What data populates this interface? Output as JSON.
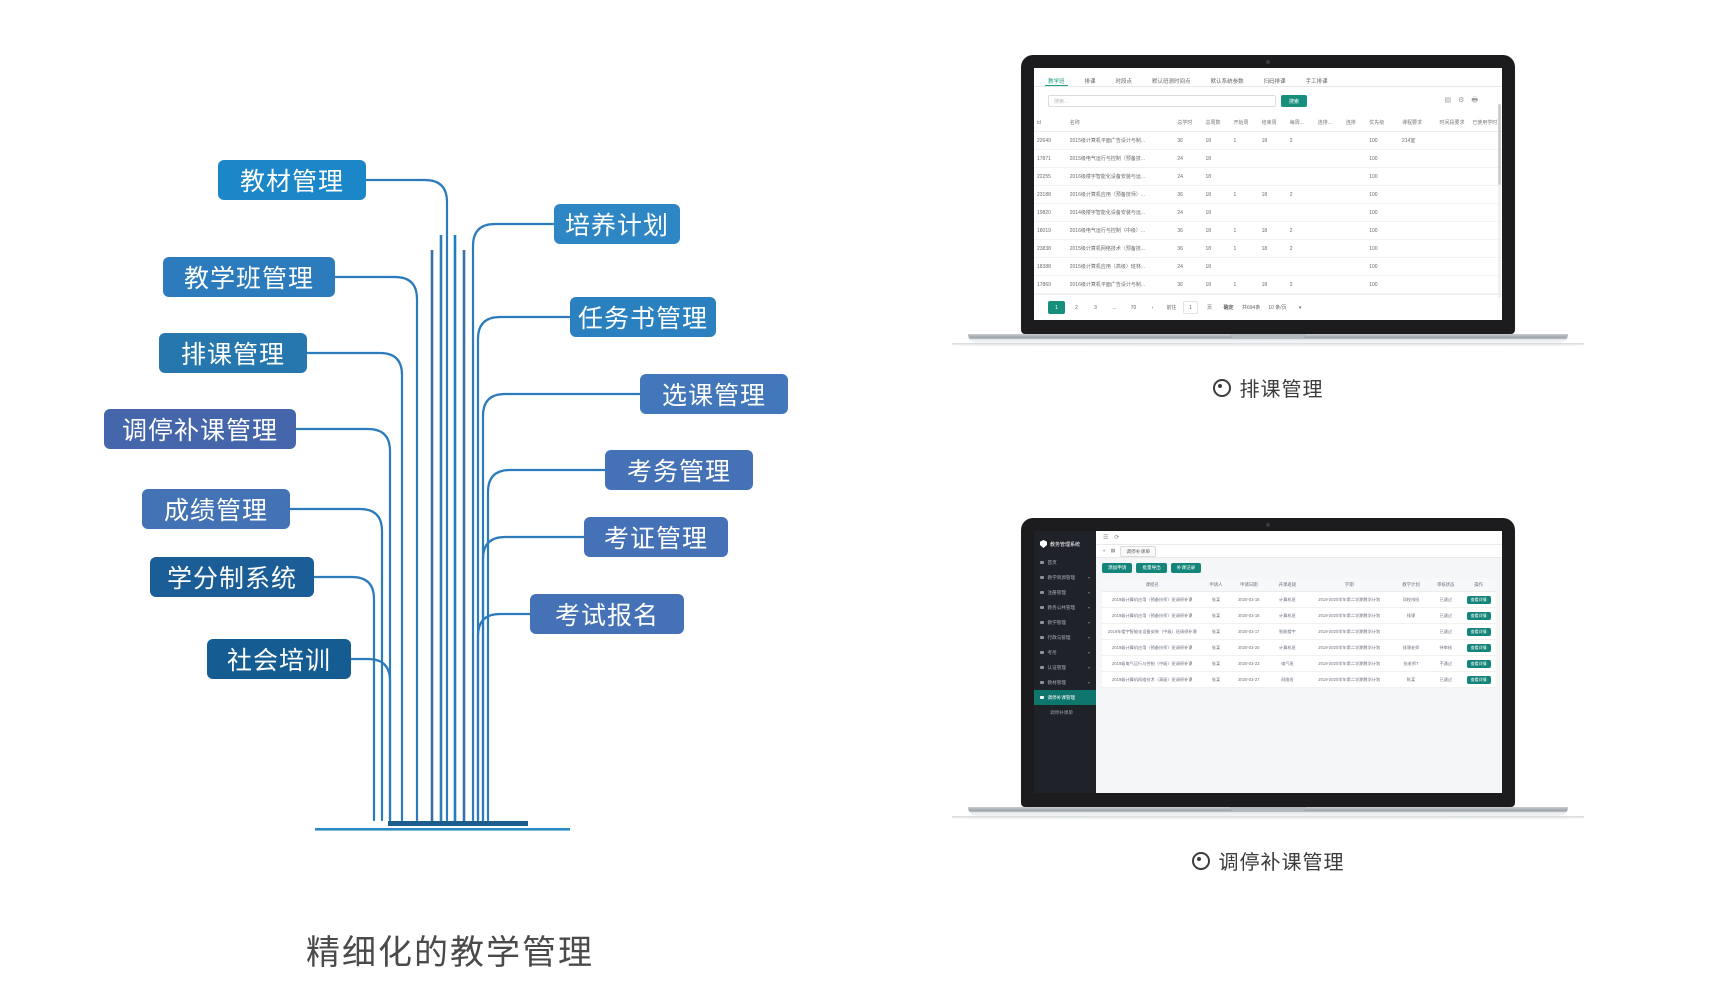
{
  "diagram": {
    "title": "精细化的教学管理",
    "left_nodes": [
      {
        "label": "教材管理",
        "color": "#1b86c8"
      },
      {
        "label": "教学班管理",
        "color": "#2b7bbd"
      },
      {
        "label": "排课管理",
        "color": "#2677ae"
      },
      {
        "label": "调停补课管理",
        "color": "#4566ab"
      },
      {
        "label": "成绩管理",
        "color": "#4373b5"
      },
      {
        "label": "学分制系统",
        "color": "#1b5d96"
      },
      {
        "label": "社会培训",
        "color": "#145c91"
      }
    ],
    "right_nodes": [
      {
        "label": "培养计划",
        "color": "#2e86c4"
      },
      {
        "label": "任务书管理",
        "color": "#2b81c0"
      },
      {
        "label": "选课管理",
        "color": "#4377bb"
      },
      {
        "label": "考务管理",
        "color": "#4572b6"
      },
      {
        "label": "考证管理",
        "color": "#4572b6"
      },
      {
        "label": "考试报名",
        "color": "#4572b6"
      }
    ],
    "branch_color": "#2b7bbd",
    "trunk_colors": [
      "#2a5578",
      "#3c6ea5",
      "#2d7fb8",
      "#1f7fc0",
      "#3a6fae",
      "#4b6fb0",
      "#2f6ea8"
    ]
  },
  "laptop_top": {
    "caption": "排课管理",
    "app": {
      "tabs": [
        "教学班",
        "排课",
        "时段点",
        "默认班测时间点",
        "默认系统参数",
        "扫码排课",
        "手工排课"
      ],
      "active_tab": "教学班",
      "search_placeholder": "搜索...",
      "search_button": "搜索",
      "toolbar_icons": [
        "columns-icon",
        "gear-icon",
        "print-icon"
      ],
      "columns": [
        "id",
        "名称",
        "总学时",
        "总周数",
        "开始周",
        "结束周",
        "每周...",
        "连排...",
        "连排",
        "优先级",
        "课程要求",
        "时间段要求",
        "已使用学时"
      ],
      "rows": [
        {
          "id": "22649",
          "name": "2015级计算机平面广告设计与制...",
          "hours": "36",
          "weeks": "18",
          "start": "1",
          "end": "18",
          "per": "2",
          "c1": "",
          "c2": "",
          "prio": "100",
          "req": "214室",
          "time": "",
          "used": ""
        },
        {
          "id": "17871",
          "name": "2015级电气运行与控制（预备技...",
          "hours": "24",
          "weeks": "18",
          "start": "",
          "end": "",
          "per": "",
          "c1": "",
          "c2": "",
          "prio": "100",
          "req": "",
          "time": "",
          "used": ""
        },
        {
          "id": "22255",
          "name": "2016级楼宇智能化设备安装与运...",
          "hours": "24",
          "weeks": "18",
          "start": "",
          "end": "",
          "per": "",
          "c1": "",
          "c2": "",
          "prio": "100",
          "req": "",
          "time": "",
          "used": ""
        },
        {
          "id": "23188",
          "name": "2016级计算机应用（预备技师）...",
          "hours": "36",
          "weeks": "18",
          "start": "1",
          "end": "18",
          "per": "2",
          "c1": "",
          "c2": "",
          "prio": "100",
          "req": "",
          "time": "",
          "used": ""
        },
        {
          "id": "19820",
          "name": "2014级楼宇智能化设备安装与运...",
          "hours": "24",
          "weeks": "18",
          "start": "",
          "end": "",
          "per": "",
          "c1": "",
          "c2": "",
          "prio": "100",
          "req": "",
          "time": "",
          "used": ""
        },
        {
          "id": "18019",
          "name": "2016级电气运行与控制（中级）...",
          "hours": "36",
          "weeks": "18",
          "start": "1",
          "end": "18",
          "per": "2",
          "c1": "",
          "c2": "",
          "prio": "100",
          "req": "",
          "time": "",
          "used": ""
        },
        {
          "id": "23838",
          "name": "2015级计算机网络技术（预备技...",
          "hours": "36",
          "weeks": "18",
          "start": "1",
          "end": "18",
          "per": "2",
          "c1": "",
          "c2": "",
          "prio": "100",
          "req": "",
          "time": "",
          "used": ""
        },
        {
          "id": "18388",
          "name": "2015级计算机应用（高级）班林...",
          "hours": "24",
          "weeks": "18",
          "start": "",
          "end": "",
          "per": "",
          "c1": "",
          "c2": "",
          "prio": "100",
          "req": "",
          "time": "",
          "used": ""
        },
        {
          "id": "17869",
          "name": "2016级计算机平面广告设计与制...",
          "hours": "36",
          "weeks": "18",
          "start": "1",
          "end": "18",
          "per": "2",
          "c1": "",
          "c2": "",
          "prio": "100",
          "req": "",
          "time": "",
          "used": ""
        }
      ],
      "pager": {
        "pages": [
          "1",
          "2",
          "3",
          "...",
          "70"
        ],
        "current": "1",
        "next_icon": "chevron-right-icon",
        "goto_label": "前往",
        "goto_value": "1",
        "goto_unit": "页",
        "confirm": "确定",
        "total": "共694条",
        "page_size": "10 条/页"
      }
    }
  },
  "laptop_bottom": {
    "caption": "调停补课管理",
    "app": {
      "logo": "教务管理系统",
      "sidebar": [
        {
          "label": "首页",
          "icon": "home-icon",
          "caret": ""
        },
        {
          "label": "教学资源管理",
          "icon": "grid-icon",
          "caret": "▾"
        },
        {
          "label": "注册管理",
          "icon": "doc-icon",
          "caret": "▾"
        },
        {
          "label": "教务公共管理",
          "icon": "book-icon",
          "caret": "▾"
        },
        {
          "label": "教学管理",
          "icon": "chart-icon",
          "caret": "▾"
        },
        {
          "label": "行政与管理",
          "icon": "flag-icon",
          "caret": "▾"
        },
        {
          "label": "考务",
          "icon": "pen-icon",
          "caret": "▾"
        },
        {
          "label": "认证管理",
          "icon": "badge-icon",
          "caret": "▾"
        },
        {
          "label": "教材管理",
          "icon": "box-icon",
          "caret": "▾"
        },
        {
          "label": "调停补课管理",
          "icon": "calendar-icon",
          "caret": "",
          "active": true
        },
        {
          "label": "调停补课单",
          "icon": "",
          "caret": "",
          "sub": true
        }
      ],
      "top_icons": [
        "menu-icon",
        "refresh-icon"
      ],
      "breadcrumb_tab": "调停补课单",
      "action_buttons": [
        "添加申请",
        "批量导出",
        "补课记录"
      ],
      "columns": [
        "课程名",
        "申请人",
        "申请日期",
        "开课班级",
        "学期",
        "教学计划",
        "审核状态",
        "操作"
      ],
      "rows": [
        {
          "course": "2019级计算机应用（预备技师）班调停补课",
          "applicant": "张某",
          "date": "2020-03-16",
          "class": "计算机班",
          "term": "2019-2020学年第二学期教学计划",
          "plan": "邓校排班",
          "status": "已通过",
          "status_type": "ok",
          "op": "查看详情"
        },
        {
          "course": "2019级计算机应用（预备技师）班调停补课",
          "applicant": "张某",
          "date": "2020-03-16",
          "class": "计算机班",
          "term": "2019-2020学年第二学期教学计划",
          "plan": "排课",
          "status": "已通过",
          "status_type": "ok",
          "op": "查看详情"
        },
        {
          "course": "2019年楼宇智能化设备安装（中级）班调停补课",
          "applicant": "张某",
          "date": "2020-03-17",
          "class": "智能楼宇",
          "term": "2019-2020学年第二学期教学计划",
          "plan": "",
          "status": "已通过",
          "status_type": "ok",
          "op": "查看详情"
        },
        {
          "course": "2019级计算机应用（预备技师）班调停补课",
          "applicant": "张某",
          "date": "2020-03-20",
          "class": "计算机班",
          "term": "2019-2020学年第二学期教学计划",
          "plan": "排课老师",
          "status": "待审核",
          "status_type": "warn",
          "op": "查看详情"
        },
        {
          "course": "2019级电气运行与控制（中级）班调停补课",
          "applicant": "张某",
          "date": "2020-03-23",
          "class": "电气班",
          "term": "2019-2020学年第二学期教学计划",
          "plan": "张老师T",
          "status": "不通过",
          "status_type": "red",
          "op": "查看详情"
        },
        {
          "course": "2019级计算机网络技术（高级）班调停补课",
          "applicant": "张某",
          "date": "2020-03-27",
          "class": "网络班",
          "term": "2019-2020学年第二学期教学计划",
          "plan": "陈某",
          "status": "已通过",
          "status_type": "ok",
          "op": "查看详情"
        }
      ]
    }
  }
}
